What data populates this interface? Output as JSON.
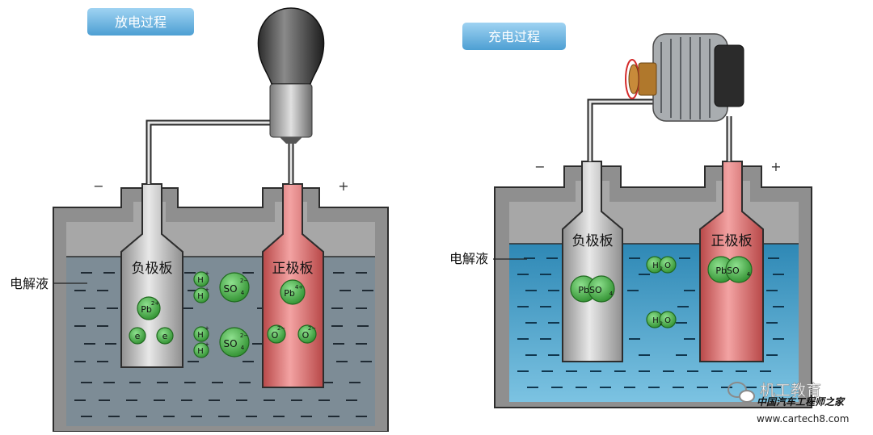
{
  "discharge": {
    "title": "放电过程",
    "minus": "−",
    "plus": "+",
    "electrolyte": "电解液",
    "negative_plate": "负极板",
    "positive_plate": "正极板",
    "ions": {
      "pb_neg": "Pb",
      "pb_neg_sup": "2+",
      "e": "e",
      "h": "H",
      "h_sup": "+",
      "so4": "SO",
      "so4_sub": "4",
      "so4_sup": "2−",
      "pb_pos": "Pb",
      "pb_pos_sup": "4+",
      "o": "O",
      "o_sup": "2−"
    }
  },
  "charge": {
    "title": "充电过程",
    "minus": "−",
    "plus": "+",
    "electrolyte": "电解液",
    "negative_plate": "负极板",
    "positive_plate": "正极板",
    "ions": {
      "pbso4": "PbSO",
      "pbso4_sub": "4",
      "h2o": "H",
      "h2o_sub": "2",
      "h2o_end": "O"
    }
  },
  "watermark": {
    "brand": "机工教育",
    "sub": "中国汽车工程师之家",
    "url": "www.cartech8.com"
  },
  "colors": {
    "badge": "#6cb6e4",
    "case_gray": "#8d8d8d",
    "air_gray": "#a8a8a8",
    "electrolyte_dark": "#7b8c97",
    "electrolyte_blue": "#4aa2c9",
    "negative_plate": "#c7c7c7",
    "positive_plate": "#e07474",
    "ion_green": "#3aa43a"
  }
}
